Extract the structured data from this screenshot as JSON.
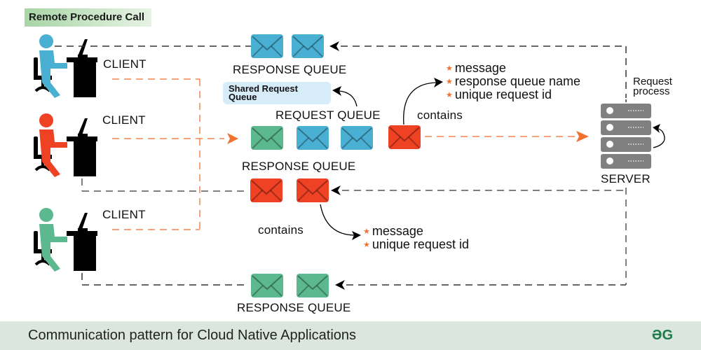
{
  "title": "Remote Procedure Call",
  "clients": [
    {
      "label": "CLIENT",
      "color": "#4ab0d3"
    },
    {
      "label": "CLIENT",
      "color": "#ef4124"
    },
    {
      "label": "CLIENT",
      "color": "#5cb88e"
    }
  ],
  "queues": {
    "response_top": "RESPONSE QUEUE",
    "request": "REQUEST QUEUE",
    "response_middle": "RESPONSE QUEUE",
    "response_bottom": "RESPONSE QUEUE"
  },
  "shared_request_queue": "Shared Request Queue",
  "request_contains": {
    "label": "contains",
    "items": [
      "message",
      "response queue name",
      "unique request id"
    ]
  },
  "response_contains": {
    "label": "contains",
    "items": [
      "message",
      "unique request id"
    ]
  },
  "server": {
    "label": "SERVER",
    "process_label": "Request process"
  },
  "colors": {
    "blue": "#4ab0d3",
    "red": "#ef4124",
    "green": "#5cb88e",
    "orange_arrow": "#f07030",
    "server_gray": "#808080"
  },
  "footer": {
    "caption": "Communication pattern for Cloud Native Applications",
    "logo": "ƏG"
  }
}
